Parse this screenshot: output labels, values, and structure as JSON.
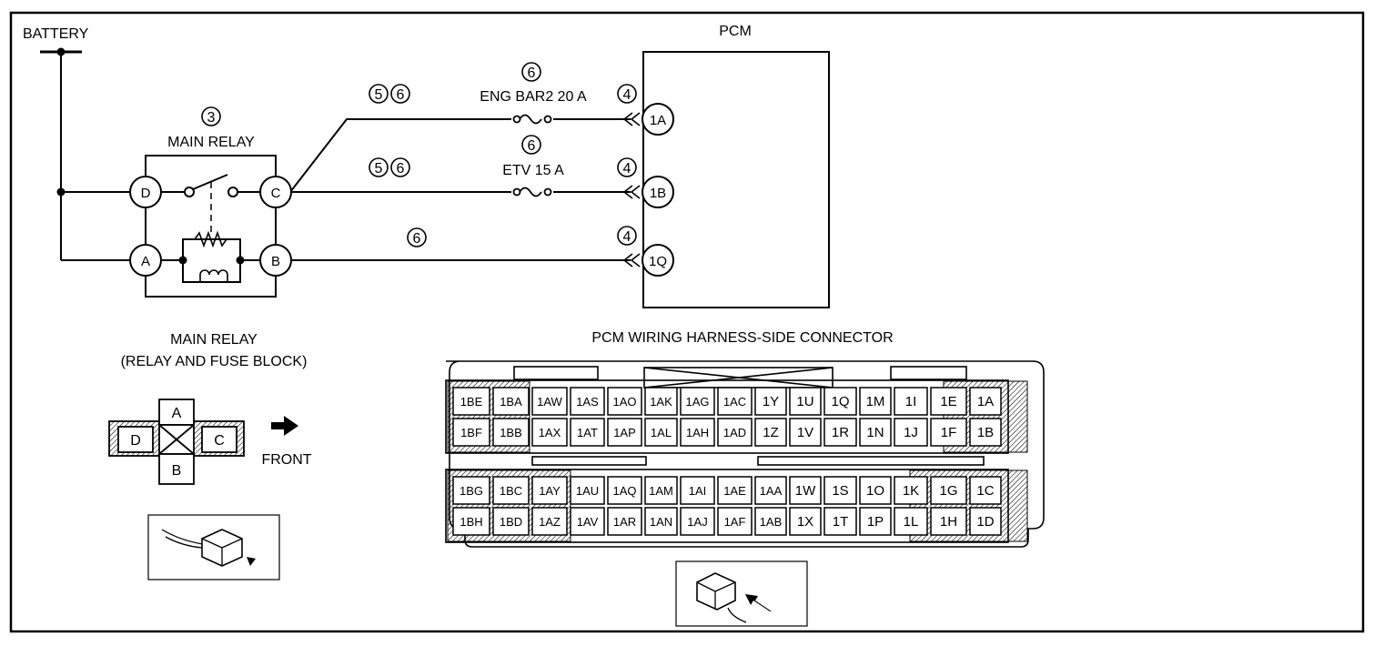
{
  "battery_label": "BATTERY",
  "pcm_label": "PCM",
  "main_relay": {
    "callout": "3",
    "label": "MAIN RELAY",
    "terminals": {
      "a": "A",
      "b": "B",
      "c": "C",
      "d": "D"
    }
  },
  "circuits": [
    {
      "id": "1A",
      "callouts_left": [
        "5",
        "6"
      ],
      "callout_fuse": "6",
      "fuse_label": "ENG BAR2 20 A",
      "callout_pcm": "4",
      "pcm_terminal": "1A"
    },
    {
      "id": "1B",
      "callouts_left": [
        "5",
        "6"
      ],
      "callout_fuse": "6",
      "fuse_label": "ETV 15 A",
      "callout_pcm": "4",
      "pcm_terminal": "1B"
    },
    {
      "id": "1Q",
      "callouts_left": [
        "6"
      ],
      "callout_pcm": "4",
      "pcm_terminal": "1Q"
    }
  ],
  "relay_connector": {
    "title": "MAIN RELAY",
    "subtitle": "(RELAY AND FUSE BLOCK)",
    "terminals": {
      "a": "A",
      "b": "B",
      "c": "C",
      "d": "D"
    },
    "front_label": "FRONT"
  },
  "pcm_connector": {
    "title": "PCM WIRING HARNESS-SIDE CONNECTOR",
    "upper_rows": [
      [
        "1BE",
        "1BA",
        "1AW",
        "1AS",
        "1AO",
        "1AK",
        "1AG",
        "1AC",
        "1Y",
        "1U",
        "1Q",
        "1M",
        "1I",
        "1E",
        "1A"
      ],
      [
        "1BF",
        "1BB",
        "1AX",
        "1AT",
        "1AP",
        "1AL",
        "1AH",
        "1AD",
        "1Z",
        "1V",
        "1R",
        "1N",
        "1J",
        "1F",
        "1B"
      ]
    ],
    "lower_rows": [
      [
        "1BG",
        "1BC",
        "1AY",
        "1AU",
        "1AQ",
        "1AM",
        "1AI",
        "1AE",
        "1AA",
        "1W",
        "1S",
        "1O",
        "1K",
        "1G",
        "1C"
      ],
      [
        "1BH",
        "1BD",
        "1AZ",
        "1AV",
        "1AR",
        "1AN",
        "1AJ",
        "1AF",
        "1AB",
        "1X",
        "1T",
        "1P",
        "1L",
        "1H",
        "1D"
      ]
    ]
  }
}
